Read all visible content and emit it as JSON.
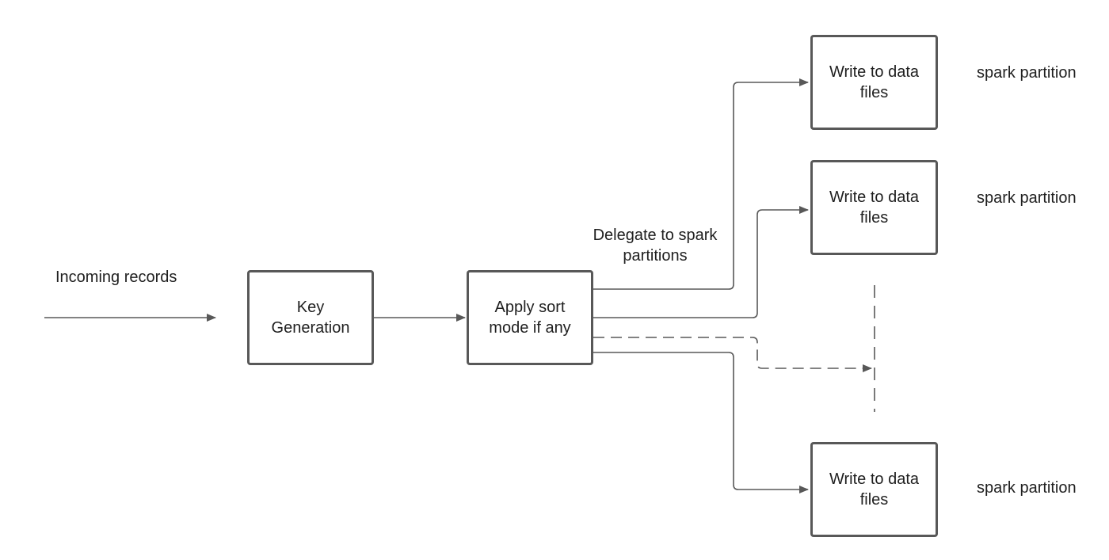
{
  "incoming_label": "Incoming records",
  "key_generation": "Key\nGeneration",
  "apply_sort": "Apply sort\nmode if any",
  "delegate_label": "Delegate to spark\npartitions",
  "write_boxes": [
    {
      "text": "Write to data\nfiles",
      "side_label": "spark partition"
    },
    {
      "text": "Write to data\nfiles",
      "side_label": "spark partition"
    },
    {
      "text": "Write to data\nfiles",
      "side_label": "spark partition"
    }
  ],
  "colors": {
    "stroke": "#585858",
    "text": "#1f1f1f"
  }
}
